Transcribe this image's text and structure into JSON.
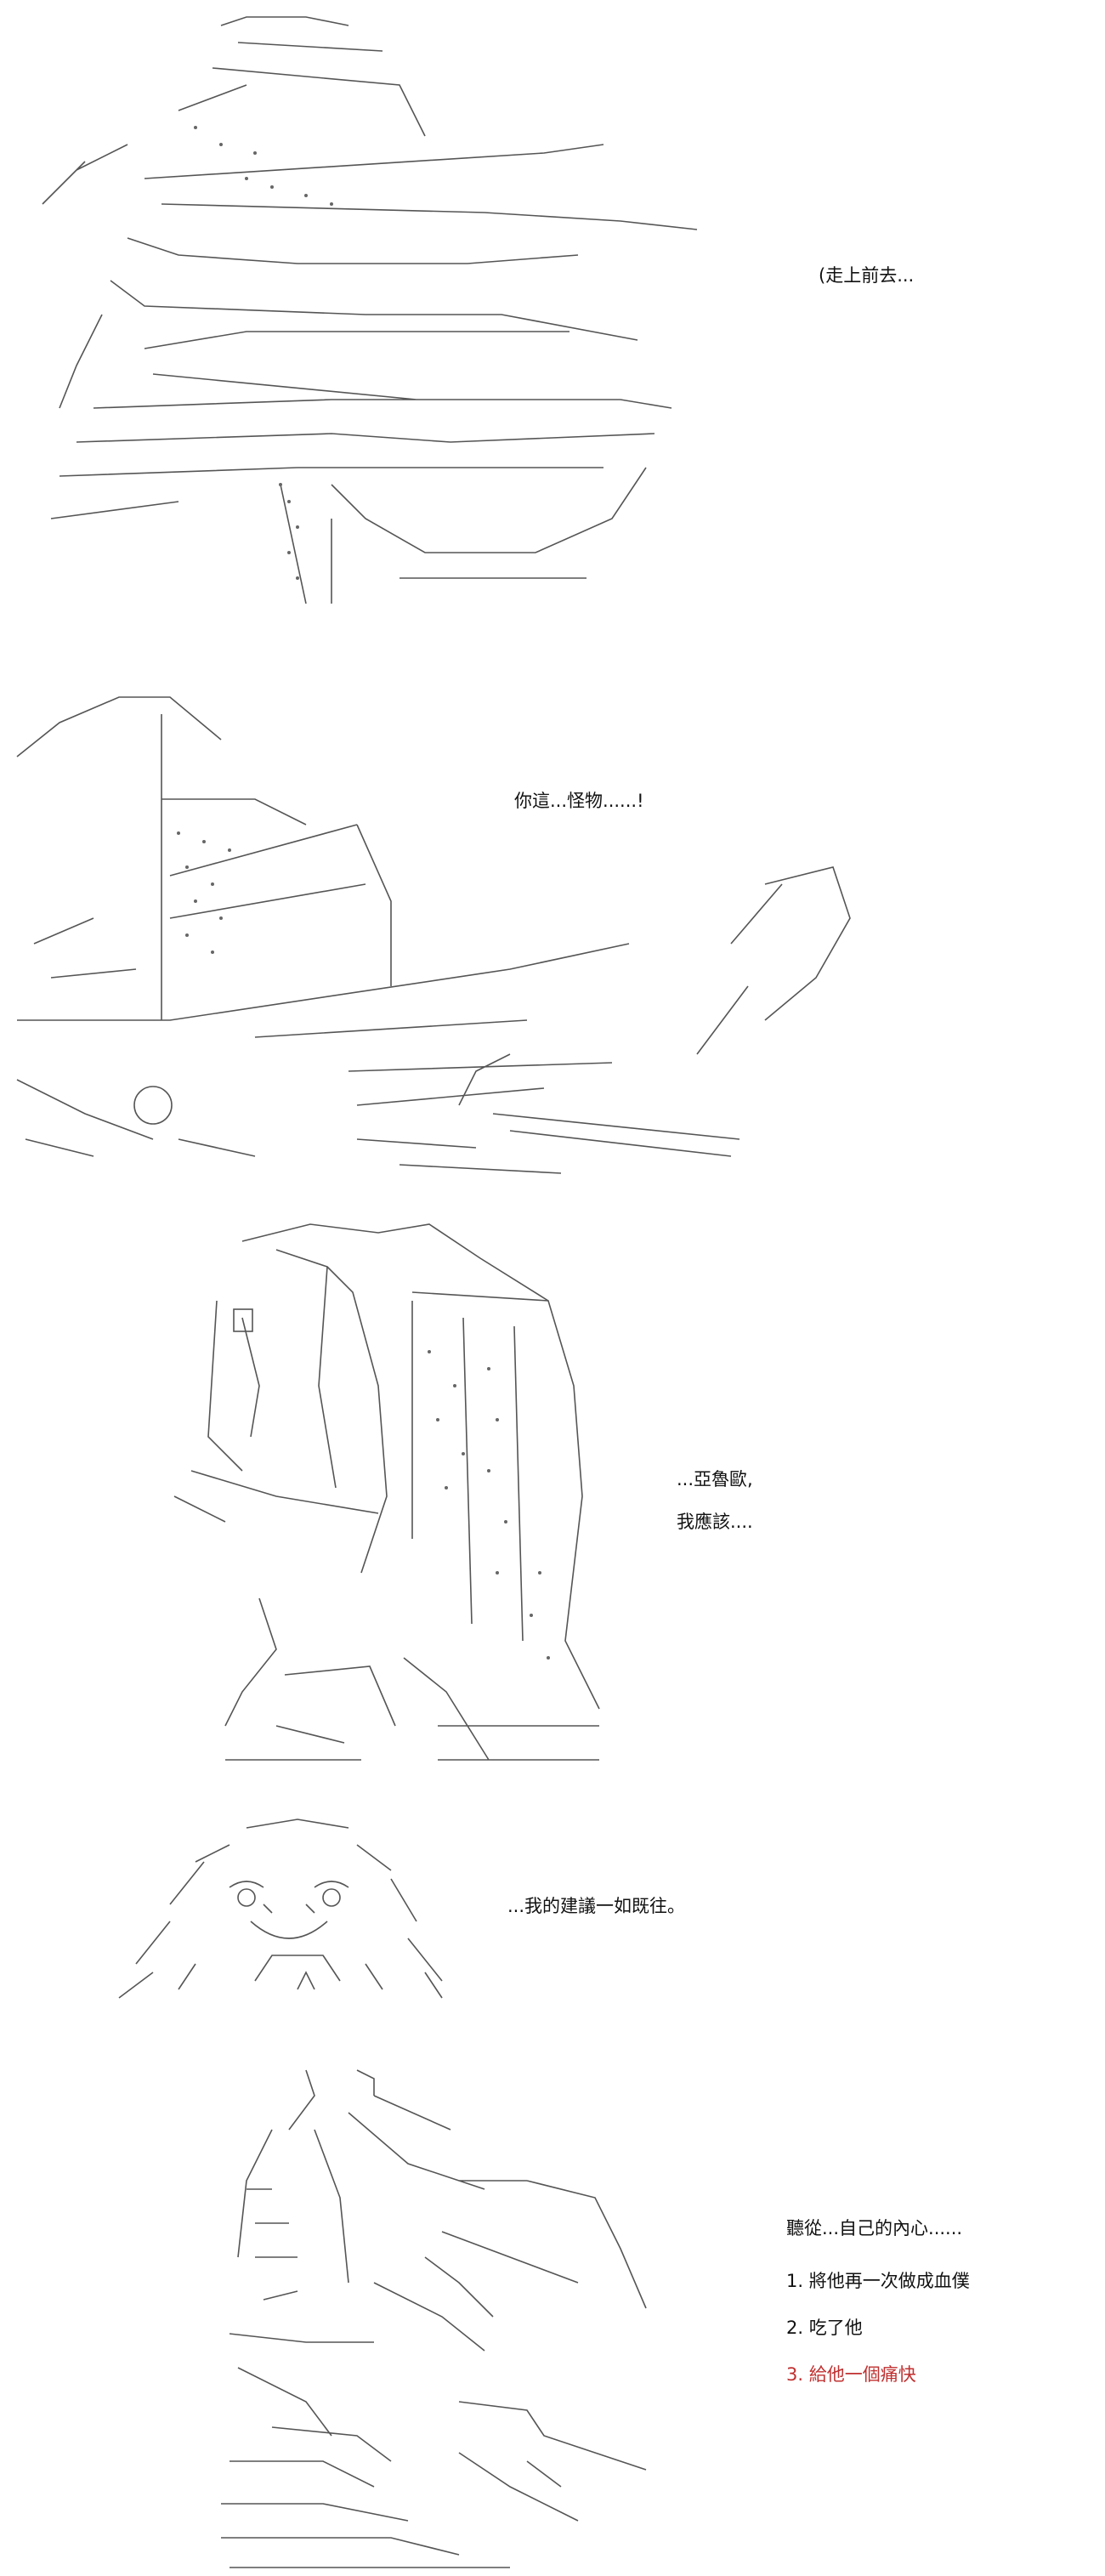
{
  "panels": [
    {
      "dialog": [
        "(走上前去..."
      ]
    },
    {
      "dialog": [
        "你這...怪物......!"
      ]
    },
    {
      "dialog": [
        "...亞魯歐,",
        "我應該...."
      ]
    },
    {
      "dialog": [
        "...我的建議一如既往。"
      ]
    },
    {
      "dialog": [
        "聽從...自己的內心......"
      ],
      "choices": [
        "1. 將他再一次做成血僕",
        "2. 吃了他",
        "3. 給他一個痛快"
      ],
      "active_choice_color": "#c03030"
    }
  ],
  "icons": {
    "art1": "wolf-beast-ascii-art",
    "art2": "monster-claw-ascii-art",
    "art3": "standing-figures-ascii-art",
    "art4": "smiling-face-ascii-art",
    "art5": "hooded-figure-ascii-art"
  }
}
